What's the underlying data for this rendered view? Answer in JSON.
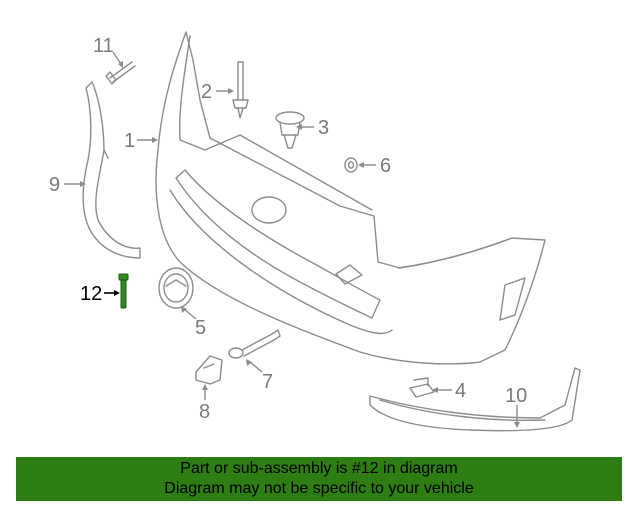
{
  "callouts": {
    "c1": "1",
    "c2": "2",
    "c3": "3",
    "c4": "4",
    "c5": "5",
    "c6": "6",
    "c7": "7",
    "c8": "8",
    "c9": "9",
    "c10": "10",
    "c11": "11",
    "c12": "12"
  },
  "highlighted_part": "12",
  "colors": {
    "highlight": "#2e8b1e",
    "banner_bg": "#2e7d12",
    "line_art": "#8c8c8c"
  },
  "banner": {
    "line1": "Part or sub-assembly is #12 in diagram",
    "line2": "Diagram may not be specific to your vehicle"
  }
}
